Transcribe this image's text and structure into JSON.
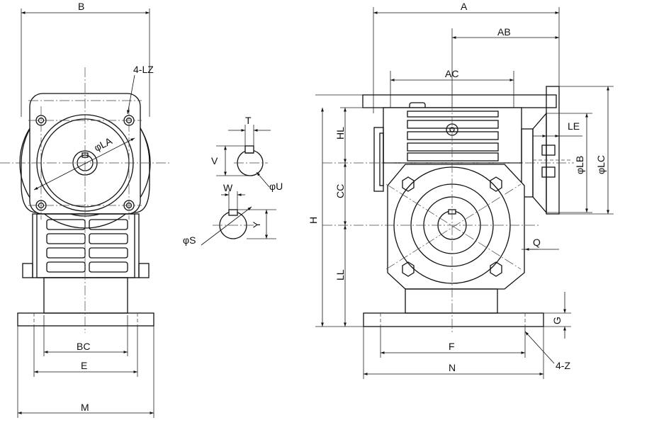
{
  "labels": {
    "B": "B",
    "LZ": "4-LZ",
    "LA": "φLA",
    "BC": "BC",
    "E": "E",
    "M": "M",
    "T": "T",
    "V": "V",
    "U": "φU",
    "W": "W",
    "S": "φS",
    "Y": "Y",
    "A": "A",
    "AB": "AB",
    "AC": "AC",
    "HL": "HL",
    "CC": "CC",
    "H": "H",
    "LL": "LL",
    "LE": "LE",
    "LB": "φLB",
    "LC": "φLC",
    "Q": "Q",
    "G": "G",
    "F": "F",
    "N": "N",
    "Z": "4-Z"
  }
}
